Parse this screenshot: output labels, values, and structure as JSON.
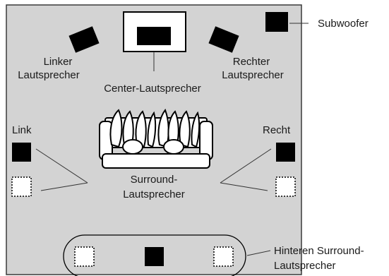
{
  "colors": {
    "room_fill": "#d3d3d3",
    "room_stroke": "#3a3a3a",
    "speaker_solid": "#000000",
    "speaker_hollow": "#ffffff",
    "lines": "#333333"
  },
  "labels": {
    "subwoofer": "Subwoofer",
    "left_front_line1": "Linker",
    "left_front_line2": "Lautsprecher",
    "center": "Center-Lautsprecher",
    "right_front_line1": "Rechter",
    "right_front_line2": "Lautsprecher",
    "left_side": "Link",
    "right_side": "Recht",
    "surround_line1": "Surround-",
    "surround_line2": "Lautsprecher",
    "rear_line1": "Hinteren Surround-",
    "rear_line2": "Lautsprecher"
  }
}
